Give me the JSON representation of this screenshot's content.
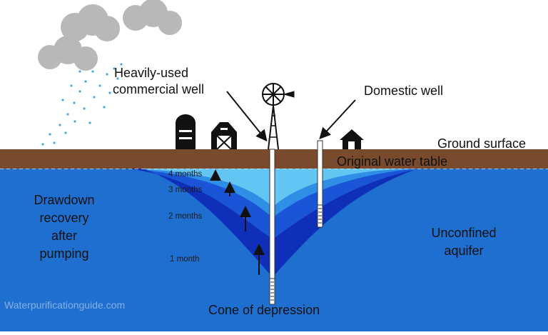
{
  "labels": {
    "commercial_well": [
      "Heavily-used",
      "commercial well"
    ],
    "domestic_well": "Domestic well",
    "ground_surface": "Ground surface",
    "original_water_table": "Original water table",
    "drawdown_recovery": [
      "Drawdown",
      "recovery",
      "after",
      "pumping"
    ],
    "unconfined_aquifer": [
      "Unconfined",
      "aquifer"
    ],
    "cone_of_depression": "Cone of depression",
    "watermark": "Waterpurificationguide.com"
  },
  "recovery_times": [
    "4 months",
    "3 months",
    "2 months",
    "1 month"
  ],
  "colors": {
    "sky": "#ffffff",
    "ground": "#7a4a2e",
    "aquifer": "#1f6fd0",
    "cone_4mo": "#63c6f2",
    "cone_3mo": "#2f8fe6",
    "cone_2mo": "#1a55d8",
    "cone_1mo": "#0f2fb8",
    "cloud": "#b8b8b8",
    "rain": "#4aa8e0"
  },
  "icons": [
    "cloud-icon",
    "silo-icon",
    "barn-icon",
    "windmill-icon",
    "house-icon"
  ]
}
